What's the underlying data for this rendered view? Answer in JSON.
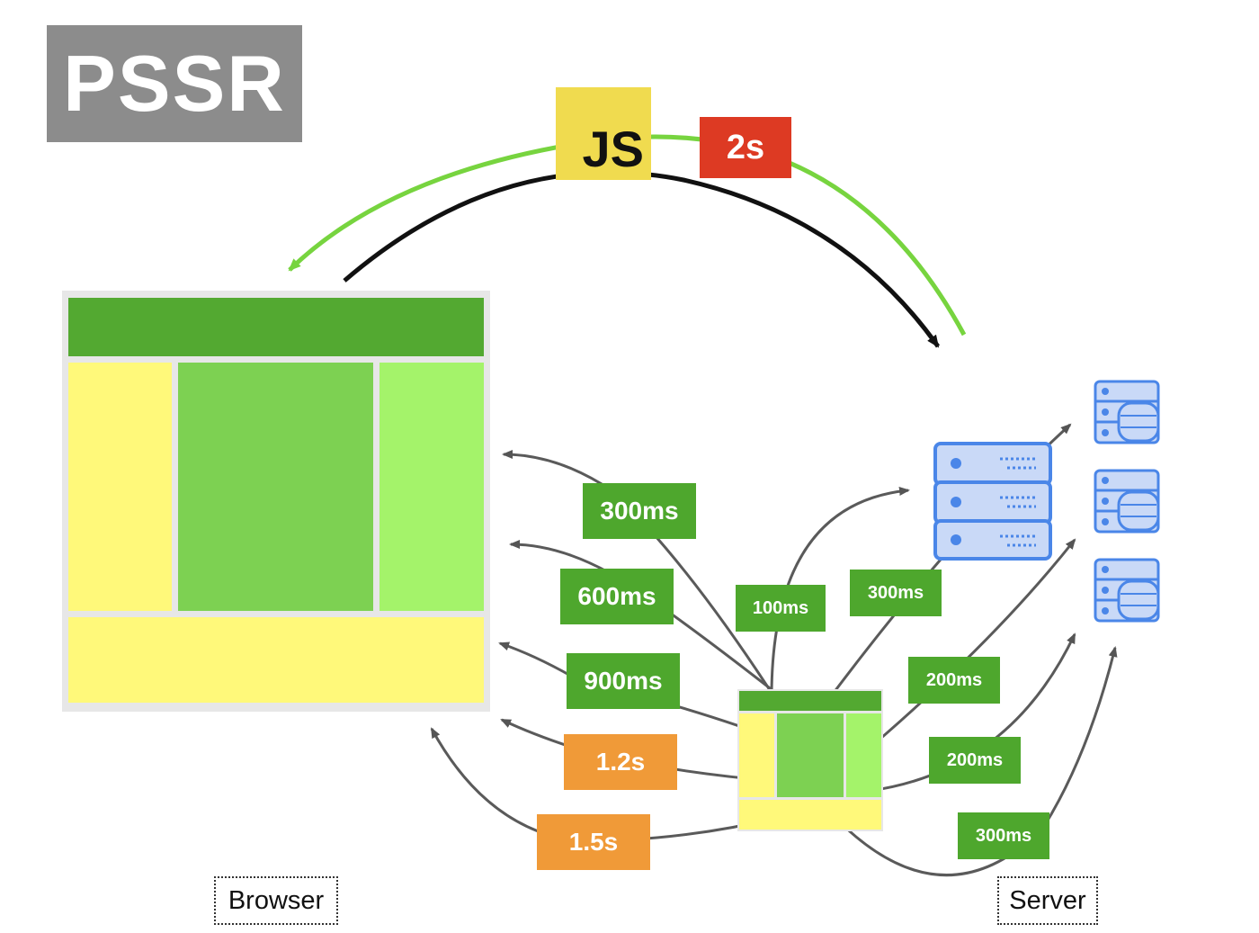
{
  "title": "PSSR",
  "js_label": "JS",
  "download_time": "2s",
  "browser_timings": [
    "300ms",
    "600ms",
    "900ms",
    "1.2s",
    "1.5s"
  ],
  "server_timings": [
    "100ms",
    "300ms",
    "200ms",
    "200ms",
    "300ms"
  ],
  "browser_label": "Browser",
  "server_label": "Server",
  "colors": {
    "dark_green": "#53a931",
    "mid_green": "#7dd152",
    "light_green": "#a4f36a",
    "yellow": "#fff97a",
    "tag_green": "#4ea72d",
    "tag_orange": "#f09a38",
    "tag_red": "#dd3a23",
    "js_yellow": "#f0db4f",
    "server_blue": "#4a86e8"
  }
}
